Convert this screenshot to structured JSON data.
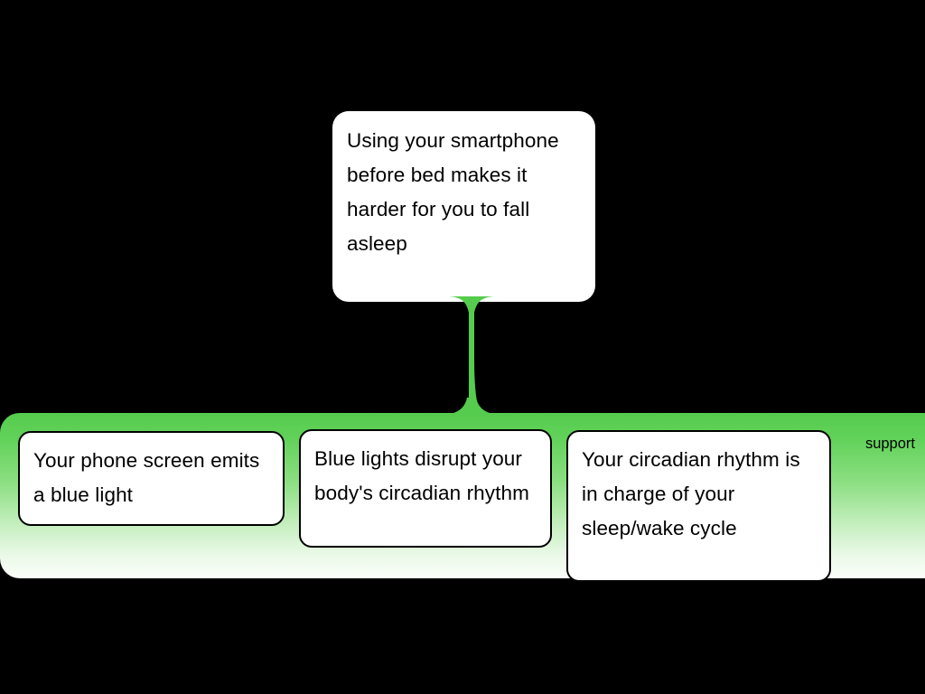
{
  "diagram": {
    "type": "argument-map",
    "background_color": "#000000",
    "accent_color": "#55CC4D",
    "claim": {
      "id": "claim-main",
      "text": "Using your smartphone before bed makes it harder for you to fall asleep"
    },
    "support_group": {
      "label": "support",
      "relation": "support",
      "band_color_top": "#55CC4D",
      "band_color_bottom": "#FBFEFA",
      "reasons": [
        {
          "id": "reason-1",
          "text": "Your phone screen emits a blue light"
        },
        {
          "id": "reason-2",
          "text": "Blue lights disrupt your body's circadian rhythm"
        },
        {
          "id": "reason-3",
          "text": "Your circadian rhythm is in charge of your sleep/wake cycle"
        }
      ]
    },
    "connector": {
      "from": "claim-main",
      "to": "support-band",
      "color": "#55CC4D",
      "shape": "waisted-stem"
    }
  }
}
